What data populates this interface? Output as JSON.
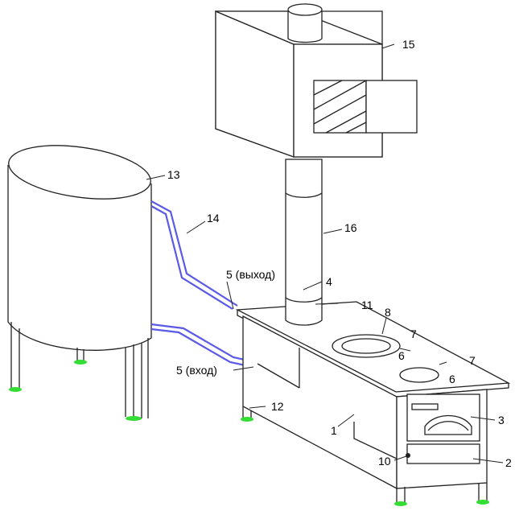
{
  "labels": {
    "l1": "1",
    "l2": "2",
    "l3": "3",
    "l4": "4",
    "l5_out": "5 (выход)",
    "l5_in": "5 (вход)",
    "l6a": "6",
    "l6b": "6",
    "l7a": "7",
    "l7b": "7",
    "l8": "8",
    "l10": "10",
    "l11": "11",
    "l12": "12",
    "l13": "13",
    "l14": "14",
    "l15": "15",
    "l16": "16"
  },
  "colors": {
    "pipe": "#5a5ae6",
    "feet": "#33dd33",
    "outline": "#222222"
  }
}
